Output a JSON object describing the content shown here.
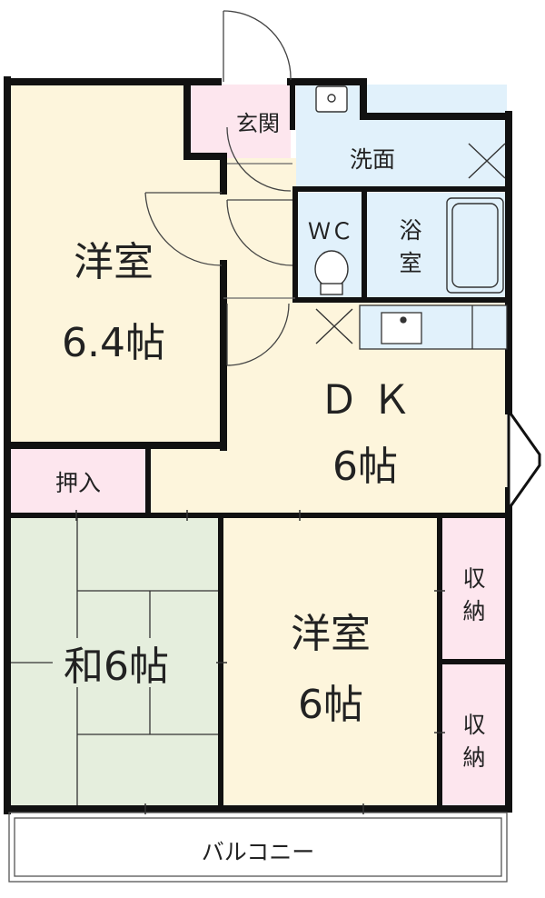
{
  "rooms": {
    "western_top": {
      "name": "洋室",
      "size": "6.4帖"
    },
    "dk": {
      "name": "Ｄ Ｋ",
      "size": "6帖"
    },
    "western_bottom": {
      "name": "洋室",
      "size": "6帖"
    },
    "japanese": {
      "label": "和6帖"
    },
    "oshiire": {
      "name": "押入"
    },
    "entrance": {
      "name": "玄関"
    },
    "washroom": {
      "name": "洗面"
    },
    "wc": {
      "name": "ＷＣ"
    },
    "bath": {
      "line1": "浴",
      "line2": "室"
    },
    "storage_1": {
      "line1": "収",
      "line2": "納"
    },
    "storage_2": {
      "line1": "収",
      "line2": "納"
    },
    "balcony": {
      "name": "バルコニー"
    }
  },
  "colors": {
    "western": "#fdf5dc",
    "japanese": "#e5eedd",
    "pink": "#fde6ee",
    "water": "#e1f1fb",
    "wall": "#111111"
  }
}
